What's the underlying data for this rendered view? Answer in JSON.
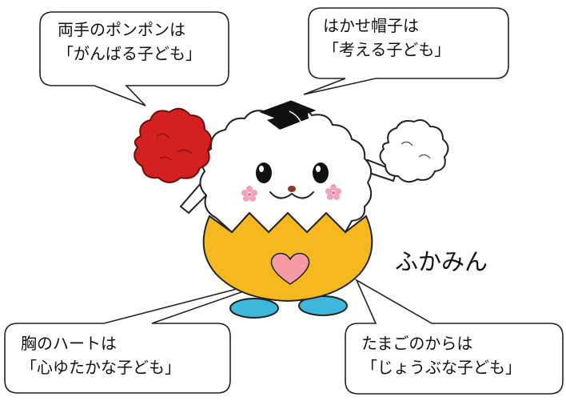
{
  "character": {
    "name": "ふかみん"
  },
  "callouts": {
    "pompom": {
      "line1": "両手のポンポンは",
      "line2": "「がんばる子ども」"
    },
    "hat": {
      "line1": "はかせ帽子は",
      "line2": "「考える子ども」"
    },
    "heart": {
      "line1": "胸のハートは",
      "line2": "「心ゆたかな子ども」"
    },
    "shell": {
      "line1": "たまごのからは",
      "line2": "「じょうぶな子ども」"
    }
  },
  "colors": {
    "pompom_left": "#d42020",
    "pompom_right": "#ffffff",
    "head": "#ffffff",
    "eggshell": "#f5b81f",
    "heart": "#f49aa5",
    "feet": "#3fb6dc",
    "cheek_flower": "#f2a3b9",
    "hat": "#111111",
    "outline": "#222222"
  }
}
